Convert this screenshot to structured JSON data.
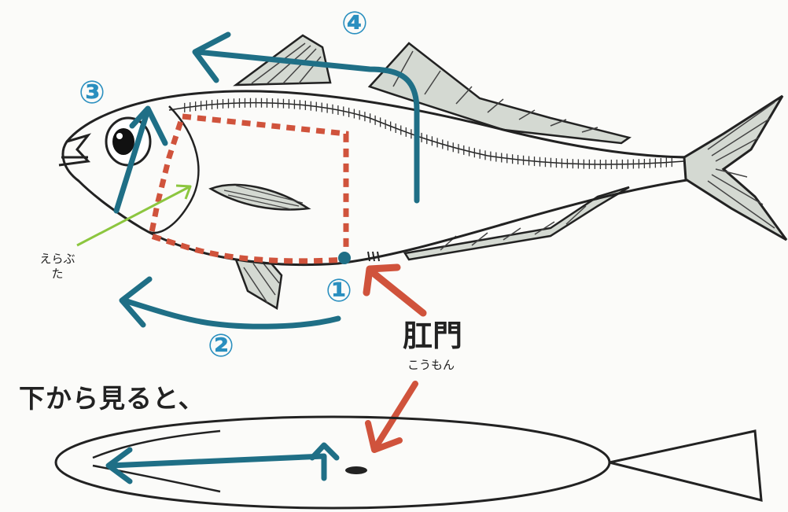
{
  "steps": {
    "s1": "①",
    "s2": "②",
    "s3": "③",
    "s4": "④"
  },
  "labels": {
    "gill_cover_line1": "えらぶ",
    "gill_cover_line2": "た",
    "anus": "肛門",
    "anus_reading": "こうもん",
    "bottom_view": "下から見ると、"
  },
  "colors": {
    "cut_arrow": "#1f6f86",
    "cut_line": "#d0533c",
    "pointer_arrow": "#d0533c",
    "gill_pointer": "#8cc63f",
    "step_number": "#2a8fbf",
    "outline": "#222222",
    "fin_fill": "#d4d9d2"
  }
}
